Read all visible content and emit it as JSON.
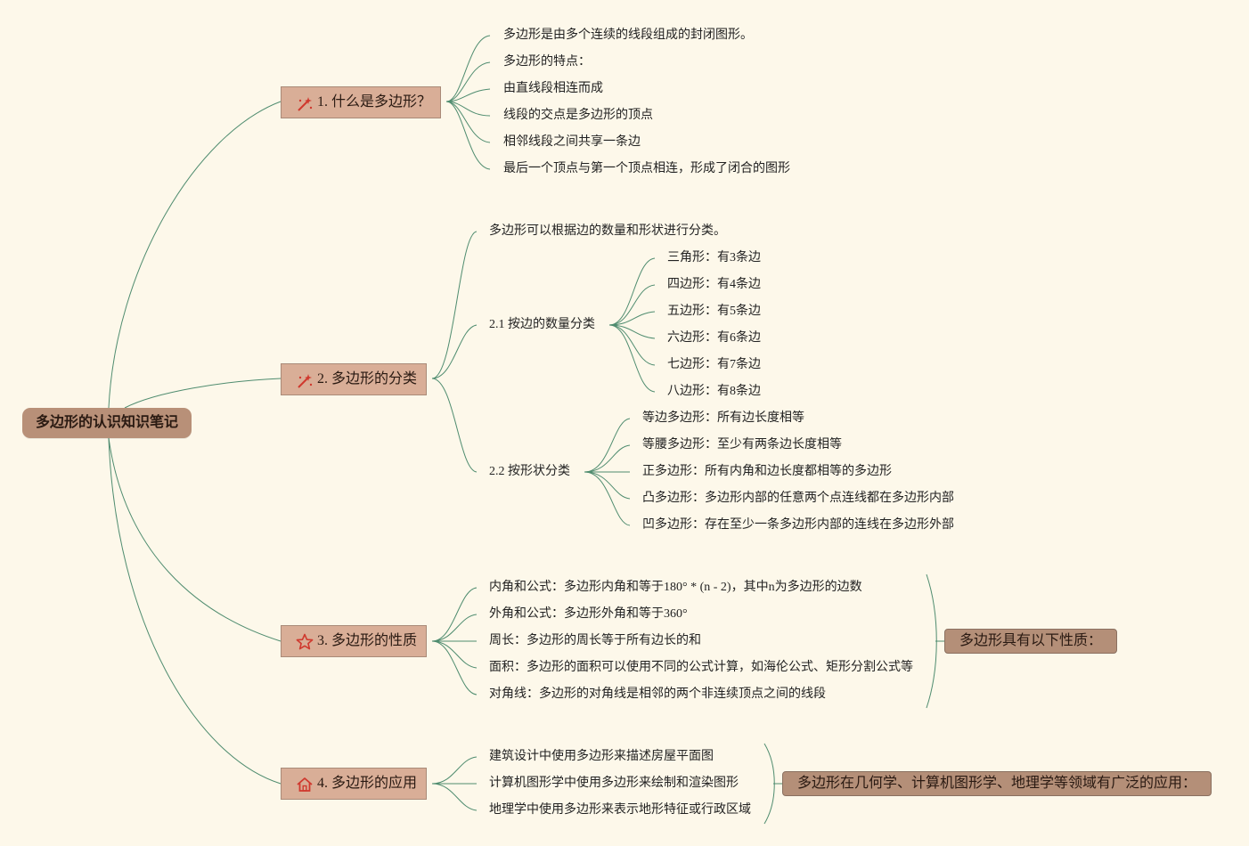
{
  "root": {
    "label": "多边形的认识知识笔记"
  },
  "branches": [
    {
      "label": "1. 什么是多边形？",
      "icon": "magic-wand-icon",
      "leaves": [
        "多边形是由多个连续的线段组成的封闭图形。",
        "多边形的特点：",
        "由直线段相连而成",
        "线段的交点是多边形的顶点",
        "相邻线段之间共享一条边",
        "最后一个顶点与第一个顶点相连，形成了闭合的图形"
      ]
    },
    {
      "label": "2. 多边形的分类",
      "icon": "magic-wand-icon",
      "intro": "多边形可以根据边的数量和形状进行分类。",
      "subs": [
        {
          "label": "2.1 按边的数量分类",
          "leaves": [
            "三角形：有3条边",
            "四边形：有4条边",
            "五边形：有5条边",
            "六边形：有6条边",
            "七边形：有7条边",
            "八边形：有8条边"
          ]
        },
        {
          "label": "2.2 按形状分类",
          "leaves": [
            "等边多边形：所有边长度相等",
            "等腰多边形：至少有两条边长度相等",
            "正多边形：所有内角和边长度都相等的多边形",
            "凸多边形：多边形内部的任意两个点连线都在多边形内部",
            "凹多边形：存在至少一条多边形内部的连线在多边形外部"
          ]
        }
      ]
    },
    {
      "label": "3. 多边形的性质",
      "icon": "star-icon",
      "leaves": [
        "内角和公式：多边形内角和等于180° * (n - 2)，其中n为多边形的边数",
        "外角和公式：多边形外角和等于360°",
        "周长：多边形的周长等于所有边长的和",
        "面积：多边形的面积可以使用不同的公式计算，如海伦公式、矩形分割公式等",
        "对角线：多边形的对角线是相邻的两个非连续顶点之间的线段"
      ],
      "summary": "多边形具有以下性质："
    },
    {
      "label": "4. 多边形的应用",
      "icon": "home-icon",
      "leaves": [
        "建筑设计中使用多边形来描述房屋平面图",
        "计算机图形学中使用多边形来绘制和渲染图形",
        "地理学中使用多边形来表示地形特征或行政区域"
      ],
      "summary": "多边形在几何学、计算机图形学、地理学等领域有广泛的应用："
    }
  ],
  "colors": {
    "background": "#fdf8ea",
    "connector": "#4f8c6f",
    "root_fill": "#b89078",
    "branch_fill": "#d9ae97",
    "summary_fill": "#b48f78",
    "icon_red": "#d0392e"
  }
}
